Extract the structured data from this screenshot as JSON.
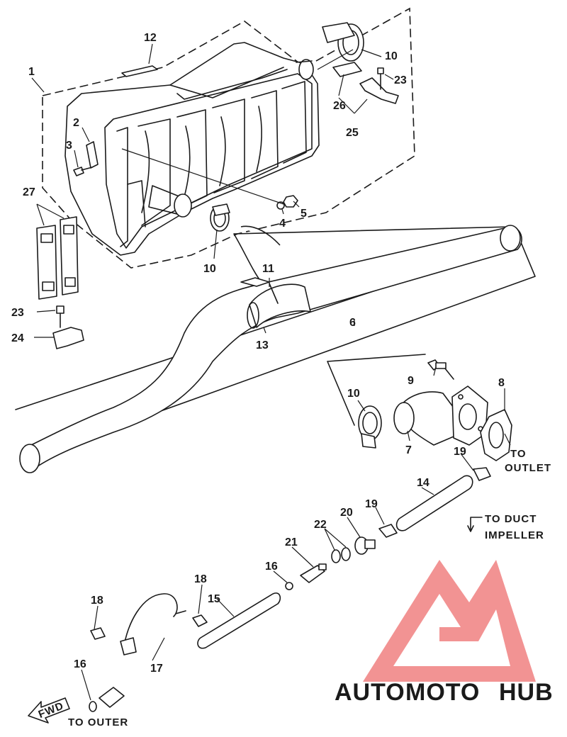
{
  "callouts": {
    "c1": "1",
    "c2": "2",
    "c3": "3",
    "c4": "4",
    "c5": "5",
    "c6": "6",
    "c7": "7",
    "c8": "8",
    "c9": "9",
    "c10a": "10",
    "c10b": "10",
    "c10c": "10",
    "c11": "11",
    "c12": "12",
    "c13": "13",
    "c14": "14",
    "c15": "15",
    "c16a": "16",
    "c16b": "16",
    "c17": "17",
    "c18a": "18",
    "c18b": "18",
    "c19a": "19",
    "c19b": "19",
    "c20": "20",
    "c21": "21",
    "c22": "22",
    "c23a": "23",
    "c23b": "23",
    "c24": "24",
    "c25": "25",
    "c26": "26",
    "c27": "27"
  },
  "notes": {
    "to": "TO",
    "outlet": "OUTLET",
    "to_duct": "TO DUCT",
    "impeller": "IMPELLER",
    "to_outer": "TO OUTER",
    "fwd": "FWD"
  },
  "watermark": {
    "part1": "AUTO",
    "part2": "MOTO",
    "part3": "HUB",
    "color_orange": "#f7b27a",
    "color_red": "#f08080",
    "color_grey": "#8c8c8c"
  }
}
